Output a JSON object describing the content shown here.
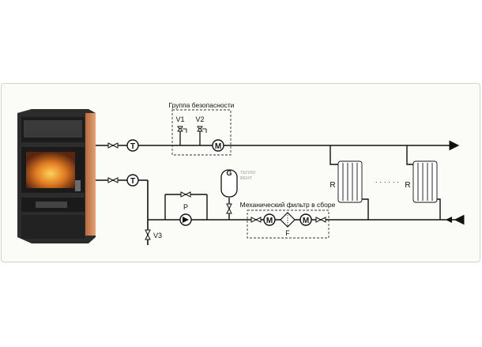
{
  "diagram": {
    "safety_group": {
      "title": "Группа безопасности",
      "valve1": "V1",
      "valve2": "V2"
    },
    "filter_group": {
      "title": "Механический фильтр в сборе",
      "filter": "F"
    },
    "symbols": {
      "thermometer": "T",
      "manometer": "M",
      "expansion_tank": "G",
      "pump": "P",
      "radiator": "R",
      "drain_valve": "V3",
      "ellipsis": "· · · · · ·"
    },
    "watermark": [
      "ТЕПЛО",
      "ВЕНТ"
    ],
    "colors": {
      "pipe": "#111111",
      "stove_body": "#2e2e2e",
      "stove_side_panel": "#d28a5c",
      "fire": "#d96a20"
    }
  }
}
